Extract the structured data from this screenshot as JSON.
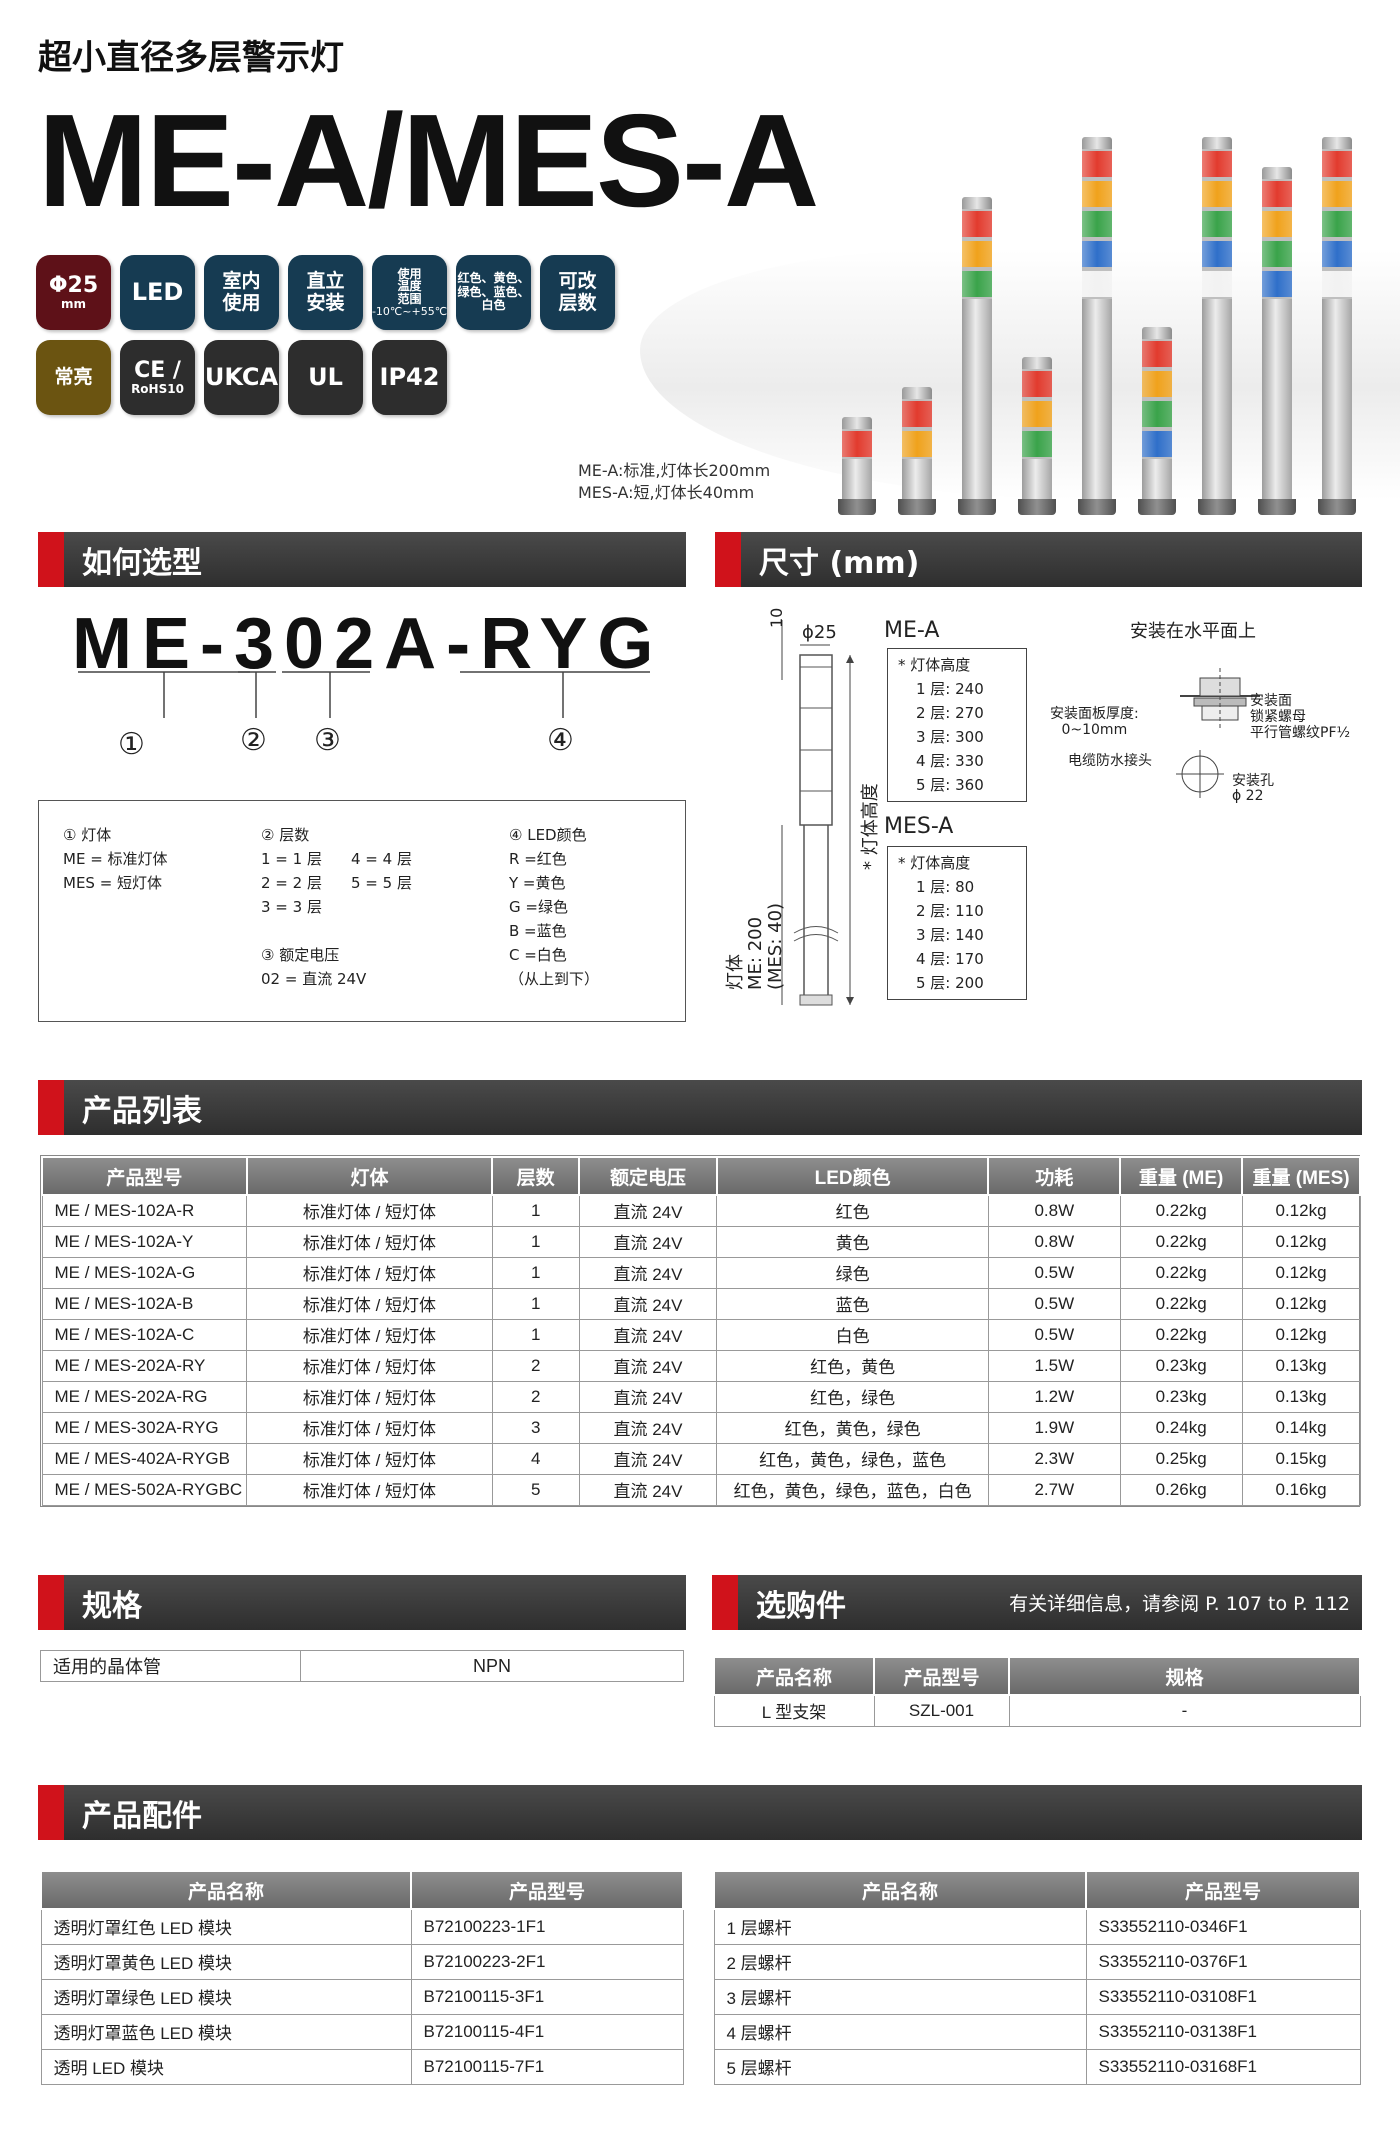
{
  "header": {
    "subtitle": "超小直径多层警示灯",
    "title": "ME-A/MES-A",
    "badges_row1": [
      {
        "line1": "Φ25",
        "line2": "mm"
      },
      {
        "line1": "LED"
      },
      {
        "line1": "室内",
        "line2": "使用"
      },
      {
        "line1": "直立",
        "line2": "安装"
      },
      {
        "line1": "使用",
        "line2": "温度",
        "line3": "范围",
        "line4": "-10℃~+55℃"
      },
      {
        "line1": "红色、黄色、",
        "line2": "绿色、蓝色、",
        "line3": "白色"
      },
      {
        "line1": "可改",
        "line2": "层数"
      }
    ],
    "badges_row2": [
      {
        "line1": "常亮"
      },
      {
        "line1": "CE /",
        "line2": "RoHS10"
      },
      {
        "line1": "UKCA"
      },
      {
        "line1": "UL"
      },
      {
        "line1": "IP42"
      }
    ],
    "note_line1": "ME-A:标准,灯体长200mm",
    "note_line2": "MES-A:短,灯体长40mm"
  },
  "colors": {
    "accent_red": "#d0121b",
    "badge_navy": "#163b52",
    "badge_maroon": "#5e1118",
    "badge_olive": "#6b5411",
    "badge_dark": "#2d2d2d",
    "header_bar": "#3a3a3a",
    "table_header": "#7a7a7a",
    "led_red": "#e23b2e",
    "led_yellow": "#f0a21c",
    "led_green": "#3aa34a",
    "led_blue": "#2f6fc9",
    "led_white": "#f2f2f2"
  },
  "selection": {
    "title": "如何选型",
    "code": "ME-302A-RYG",
    "markers": [
      "①",
      "②",
      "③",
      "④"
    ],
    "legend": {
      "c1_title": "① 灯体",
      "c1_l1": "ME = 标准灯体",
      "c1_l2": "MES = 短灯体",
      "c2_title": "② 层数",
      "c2_l1": "1 = 1 层",
      "c2_l2": "2 = 2 层",
      "c2_l3": "3 = 3 层",
      "c2_r1": "4 = 4 层",
      "c2_r2": "5 = 5 层",
      "c3_title": "③ 额定电压",
      "c3_l1": "02 = 直流 24V",
      "c4_title": "④ LED颜色",
      "c4_l1": "R =红色",
      "c4_l2": "Y =黄色",
      "c4_l3": "G =绿色",
      "c4_l4": "B =蓝色",
      "c4_l5": "C =白色",
      "c4_l6": "（从上到下）"
    }
  },
  "dimensions": {
    "title": "尺寸 (mm)",
    "dim_10": "10",
    "dim_phi25": "ϕ25",
    "me_label": "ME-A",
    "mes_label": "MES-A",
    "height_label": "* 灯体高度",
    "body_label": "灯体",
    "body_me": "ME: 200",
    "body_mes": "(MES: 40)",
    "me_heights_title": "* 灯体高度",
    "me_heights": [
      "1 层: 240",
      "2 层: 270",
      "3 层: 300",
      "4 层: 330",
      "5 层: 360"
    ],
    "mes_heights_title": "* 灯体高度",
    "mes_heights": [
      "1 层:  80",
      "2 层: 110",
      "3 层: 140",
      "4 层: 170",
      "5 层: 200"
    ],
    "install_title": "安装在水平面上",
    "panel_thickness": "安装面板厚度:",
    "panel_range": "0~10mm",
    "install_face": "安装面",
    "lock_nut": "锁紧螺母",
    "pipe_thread": "平行管螺纹PF½",
    "cable_joint": "电缆防水接头",
    "mount_hole": "安装孔",
    "mount_hole_dia": "ϕ 22"
  },
  "product_list": {
    "title": "产品列表",
    "headers": [
      "产品型号",
      "灯体",
      "层数",
      "额定电压",
      "LED颜色",
      "功耗",
      "重量 (ME)",
      "重量 (MES)"
    ],
    "rows": [
      [
        "ME / MES-102A-R",
        "标准灯体 / 短灯体",
        "1",
        "直流 24V",
        "红色",
        "0.8W",
        "0.22kg",
        "0.12kg"
      ],
      [
        "ME / MES-102A-Y",
        "标准灯体 / 短灯体",
        "1",
        "直流 24V",
        "黄色",
        "0.8W",
        "0.22kg",
        "0.12kg"
      ],
      [
        "ME / MES-102A-G",
        "标准灯体 / 短灯体",
        "1",
        "直流 24V",
        "绿色",
        "0.5W",
        "0.22kg",
        "0.12kg"
      ],
      [
        "ME / MES-102A-B",
        "标准灯体 / 短灯体",
        "1",
        "直流 24V",
        "蓝色",
        "0.5W",
        "0.22kg",
        "0.12kg"
      ],
      [
        "ME / MES-102A-C",
        "标准灯体 / 短灯体",
        "1",
        "直流 24V",
        "白色",
        "0.5W",
        "0.22kg",
        "0.12kg"
      ],
      [
        "ME / MES-202A-RY",
        "标准灯体 / 短灯体",
        "2",
        "直流 24V",
        "红色，黄色",
        "1.5W",
        "0.23kg",
        "0.13kg"
      ],
      [
        "ME / MES-202A-RG",
        "标准灯体 / 短灯体",
        "2",
        "直流 24V",
        "红色，绿色",
        "1.2W",
        "0.23kg",
        "0.13kg"
      ],
      [
        "ME / MES-302A-RYG",
        "标准灯体 / 短灯体",
        "3",
        "直流 24V",
        "红色，黄色，绿色",
        "1.9W",
        "0.24kg",
        "0.14kg"
      ],
      [
        "ME / MES-402A-RYGB",
        "标准灯体 / 短灯体",
        "4",
        "直流 24V",
        "红色，黄色，绿色，蓝色",
        "2.3W",
        "0.25kg",
        "0.15kg"
      ],
      [
        "ME / MES-502A-RYGBC",
        "标准灯体 / 短灯体",
        "5",
        "直流 24V",
        "红色，黄色，绿色，蓝色，白色",
        "2.7W",
        "0.26kg",
        "0.16kg"
      ]
    ]
  },
  "specs": {
    "title": "规格",
    "label": "适用的晶体管",
    "value": "NPN"
  },
  "options": {
    "title": "选购件",
    "note": "有关详细信息，请参阅 P. 107 to P. 112",
    "headers": [
      "产品名称",
      "产品型号",
      "规格"
    ],
    "rows": [
      [
        "L 型支架",
        "SZL-001",
        "-"
      ]
    ]
  },
  "accessories": {
    "title": "产品配件",
    "left_headers": [
      "产品名称",
      "产品型号"
    ],
    "left_rows": [
      [
        "透明灯罩红色 LED 模块",
        "B72100223-1F1"
      ],
      [
        "透明灯罩黄色 LED 模块",
        "B72100223-2F1"
      ],
      [
        "透明灯罩绿色 LED 模块",
        "B72100115-3F1"
      ],
      [
        "透明灯罩蓝色 LED 模块",
        "B72100115-4F1"
      ],
      [
        "透明 LED 模块",
        "B72100115-7F1"
      ]
    ],
    "right_headers": [
      "产品名称",
      "产品型号"
    ],
    "right_rows": [
      [
        "1 层螺杆",
        "S33552110-0346F1"
      ],
      [
        "2 层螺杆",
        "S33552110-0376F1"
      ],
      [
        "3 层螺杆",
        "S33552110-03108F1"
      ],
      [
        "4 层螺杆",
        "S33552110-03138F1"
      ],
      [
        "5 层螺杆",
        "S33552110-03168F1"
      ]
    ]
  },
  "towers": [
    {
      "tiers": [
        "red"
      ],
      "pole": "short"
    },
    {
      "tiers": [
        "red",
        "yellow"
      ],
      "pole": "short"
    },
    {
      "tiers": [
        "red",
        "yellow",
        "green"
      ],
      "pole": "long"
    },
    {
      "tiers": [
        "red",
        "yellow",
        "green"
      ],
      "pole": "short"
    },
    {
      "tiers": [
        "red",
        "yellow",
        "green",
        "blue",
        "white"
      ],
      "pole": "long"
    },
    {
      "tiers": [
        "red",
        "yellow",
        "green",
        "blue"
      ],
      "pole": "short"
    },
    {
      "tiers": [
        "red",
        "yellow",
        "green",
        "blue",
        "white"
      ],
      "pole": "long"
    },
    {
      "tiers": [
        "red",
        "yellow",
        "green",
        "blue"
      ],
      "pole": "long"
    },
    {
      "tiers": [
        "red",
        "yellow",
        "green",
        "blue",
        "white"
      ],
      "pole": "long"
    }
  ]
}
